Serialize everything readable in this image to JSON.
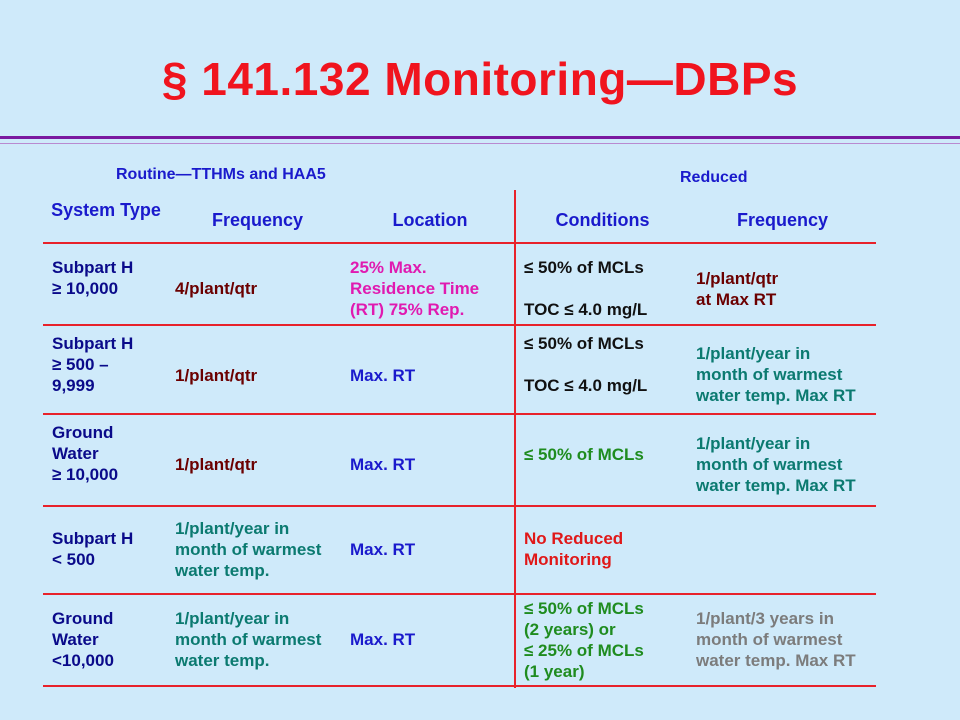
{
  "title": "§ 141.132 Monitoring—DBPs",
  "groups": {
    "routine": "Routine—TTHMs and HAA5",
    "reduced": "Reduced"
  },
  "headers": {
    "system_type": "System Type",
    "frequency_routine": "Frequency",
    "location": "Location",
    "conditions": "Conditions",
    "frequency_reduced": "Frequency"
  },
  "rows": [
    {
      "system": [
        "Subpart H",
        "≥ 10,000"
      ],
      "frequency": [
        "4/plant/qtr"
      ],
      "location": [
        "25% Max.",
        "Residence Time",
        "(RT) 75% Rep."
      ],
      "conditions": [
        "≤ 50% of MCLs",
        "",
        "TOC ≤ 4.0 mg/L"
      ],
      "reduced_frequency": [
        "1/plant/qtr",
        "at Max RT"
      ]
    },
    {
      "system": [
        "Subpart H",
        "≥ 500 –",
        "9,999"
      ],
      "frequency": [
        "1/plant/qtr"
      ],
      "location": [
        "Max. RT"
      ],
      "conditions": [
        "≤ 50% of MCLs",
        "",
        "TOC ≤ 4.0 mg/L"
      ],
      "reduced_frequency": [
        "1/plant/year in",
        "month of warmest",
        "water temp. Max RT"
      ]
    },
    {
      "system": [
        "Ground",
        "Water",
        "≥ 10,000"
      ],
      "frequency": [
        "1/plant/qtr"
      ],
      "location": [
        "Max. RT"
      ],
      "conditions": [
        "≤ 50% of MCLs"
      ],
      "reduced_frequency": [
        "1/plant/year in",
        "month of warmest",
        "water temp. Max RT"
      ]
    },
    {
      "system": [
        "Subpart H",
        "< 500"
      ],
      "frequency": [
        "1/plant/year in",
        "month of warmest",
        "water temp."
      ],
      "location": [
        "Max. RT"
      ],
      "conditions": [
        "No Reduced",
        "Monitoring"
      ],
      "reduced_frequency": []
    },
    {
      "system": [
        "Ground",
        "Water",
        "<10,000"
      ],
      "frequency": [
        "1/plant/year in",
        "month of warmest",
        "water temp."
      ],
      "location": [
        "Max. RT"
      ],
      "conditions": [
        "≤ 50% of MCLs",
        "(2 years) or",
        "≤ 25% of MCLs",
        "(1 year)"
      ],
      "reduced_frequency": [
        "1/plant/3 years in",
        "month of warmest",
        "water temp. Max RT"
      ]
    }
  ],
  "colors": {
    "background": "#cfeafa",
    "title": "#f0141e",
    "rule": "#e8222a",
    "header": "#1a1acc"
  }
}
